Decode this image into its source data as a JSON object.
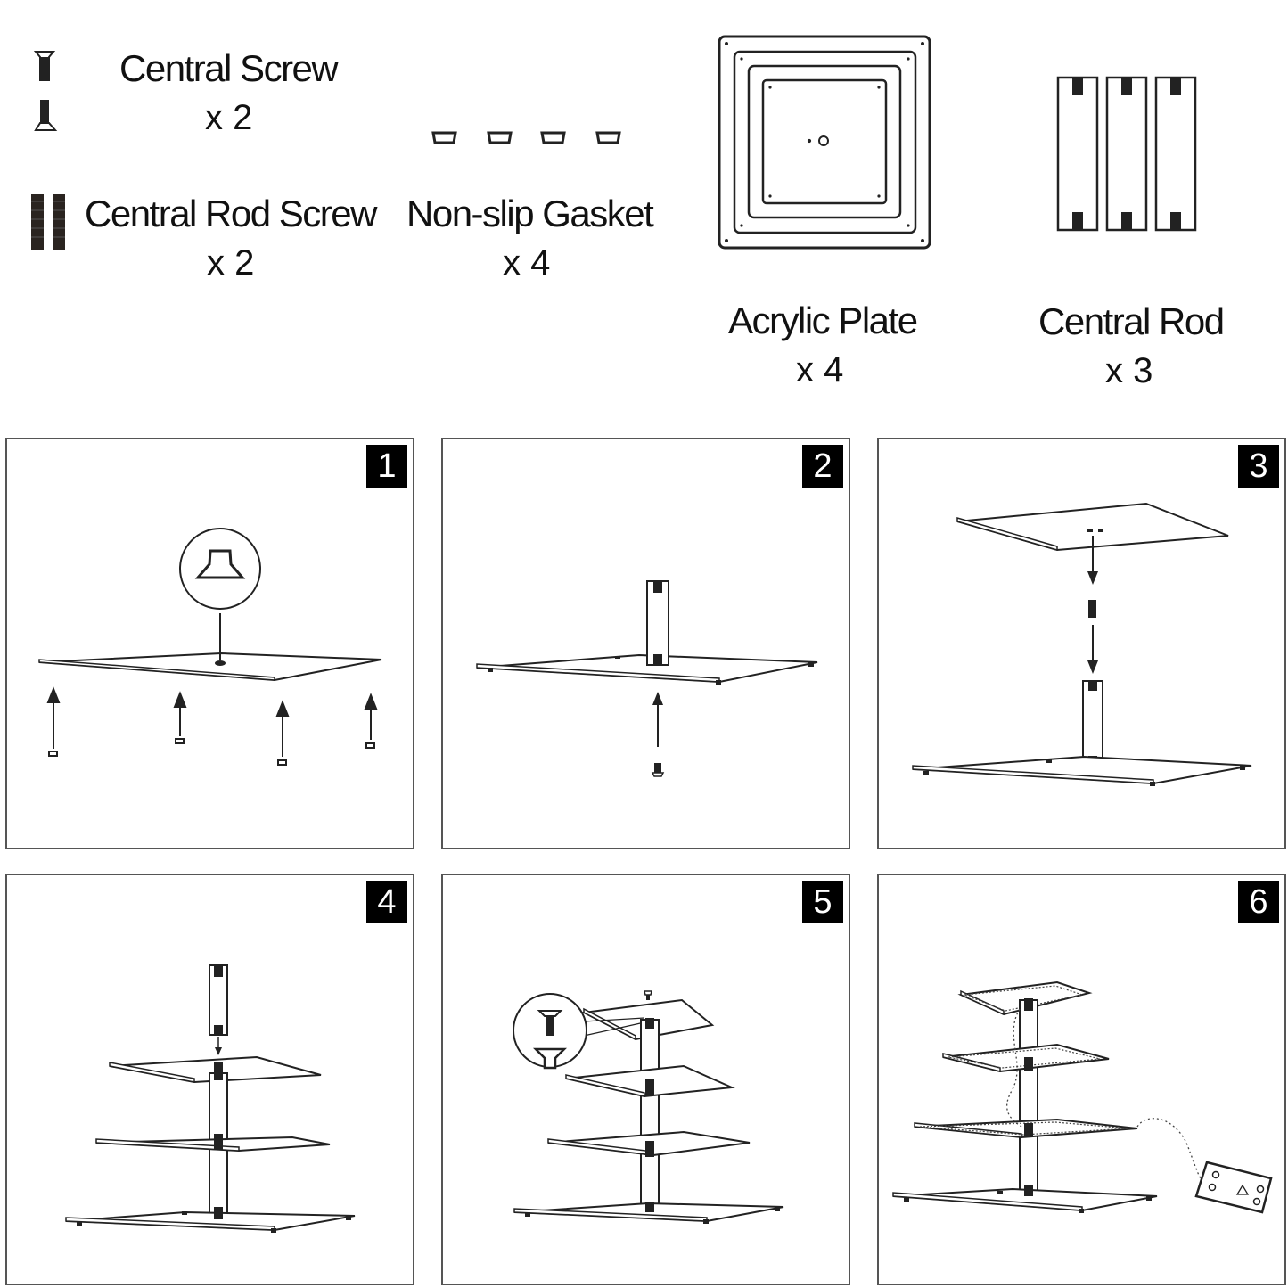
{
  "parts": {
    "central_screw": {
      "label": "Central Screw",
      "qty": "x 2"
    },
    "central_rod_screw": {
      "label": "Central Rod Screw",
      "qty": "x 2"
    },
    "non_slip_gasket": {
      "label": "Non-slip Gasket",
      "qty": "x 4"
    },
    "acrylic_plate": {
      "label": "Acrylic Plate",
      "qty": "x 4"
    },
    "central_rod": {
      "label": "Central Rod",
      "qty": "x 3"
    }
  },
  "steps": [
    {
      "number": "1"
    },
    {
      "number": "2"
    },
    {
      "number": "3"
    },
    {
      "number": "4"
    },
    {
      "number": "5"
    },
    {
      "number": "6"
    }
  ]
}
